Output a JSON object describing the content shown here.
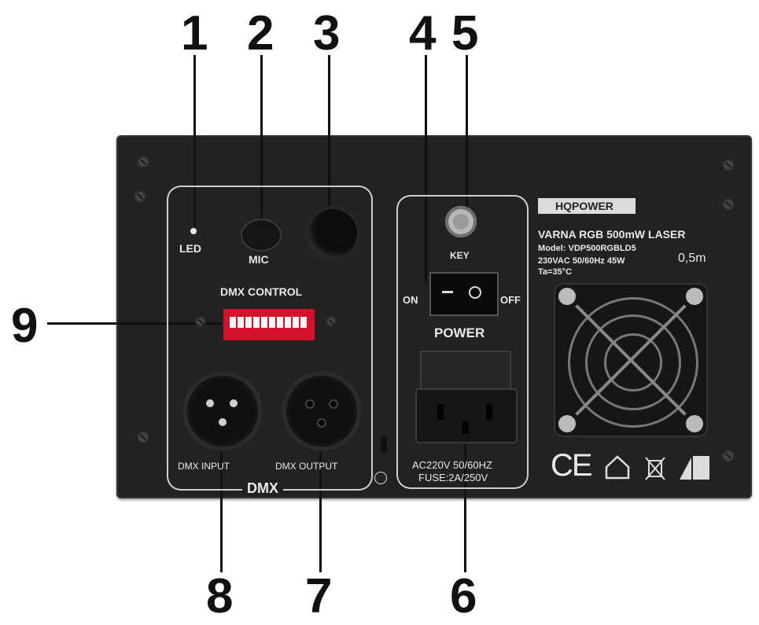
{
  "callouts": {
    "n1": "1",
    "n2": "2",
    "n3": "3",
    "n4": "4",
    "n5": "5",
    "n6": "6",
    "n7": "7",
    "n8": "8",
    "n9": "9"
  },
  "panel": {
    "led": "LED",
    "mic": "MIC",
    "dmx_control": "DMX CONTROL",
    "key": "KEY",
    "on": "ON",
    "off": "OFF",
    "power": "POWER",
    "dmx_input": "DMX INPUT",
    "dmx_output": "DMX OUTPUT",
    "dmx": "DMX",
    "ac": "AC220V 50/60HZ",
    "fuse": "FUSE:2A/250V",
    "brand": "HQPOWER",
    "model_title": "VARNA RGB 500mW LASER",
    "model_line": "Model: VDP500RGBLD5",
    "spec_line": "230VAC 50/60Hz 45W",
    "ta_line": "Ta=35°C",
    "distance": "0,5m",
    "ce": "CE"
  }
}
